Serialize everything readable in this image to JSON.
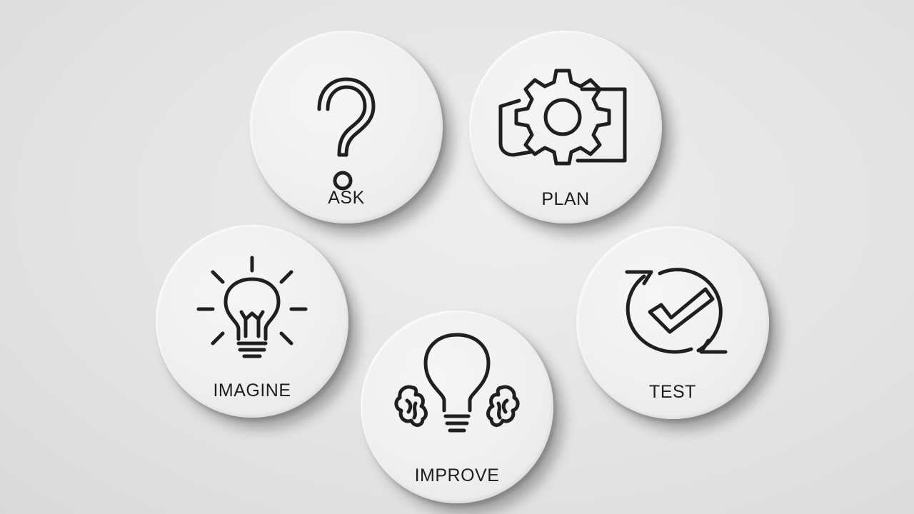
{
  "steps": {
    "ask": {
      "label": "ASK",
      "icon": "question-mark-icon"
    },
    "plan": {
      "label": "PLAN",
      "icon": "gear-puzzle-icon"
    },
    "imagine": {
      "label": "IMAGINE",
      "icon": "lightbulb-rays-icon"
    },
    "improve": {
      "label": "IMPROVE",
      "icon": "lightbulb-leaves-icon"
    },
    "test": {
      "label": "TEST",
      "icon": "cycle-check-icon"
    }
  },
  "colors": {
    "background": "#e4e4e4",
    "disc": "#efefef",
    "ink": "#1f1f1f"
  }
}
